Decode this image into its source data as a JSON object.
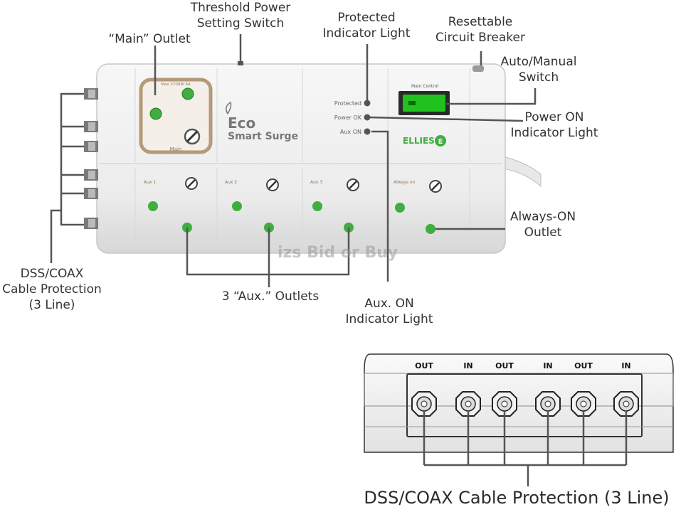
{
  "labels": {
    "threshold_switch": [
      "Threshold Power",
      "Setting Switch"
    ],
    "main_outlet": [
      "“Main” Outlet"
    ],
    "protected_light": [
      "Protected",
      "Indicator Light"
    ],
    "circuit_breaker": [
      "Resettable",
      "Circuit Breaker"
    ],
    "auto_manual": [
      "Auto/Manual",
      "Switch"
    ],
    "power_on": [
      "Power ON",
      "Indicator Light"
    ],
    "always_on": [
      "Always-ON",
      "Outlet"
    ],
    "dss_coax": [
      "DSS/COAX",
      "Cable Protection",
      "(3 Line)"
    ],
    "aux_outlets": [
      "3 “Aux.” Outlets"
    ],
    "aux_on": [
      "Aux. ON",
      "Indicator Light"
    ],
    "bottom_caption": "DSS/COAX Cable Protection (3 Line)"
  },
  "device": {
    "brand_line1": "Eco",
    "brand_line2": "Smart Surge",
    "main_socket_top": "Max 3700W 6A",
    "main_socket_bottom": "Main",
    "switch_panel_label": "Main Control",
    "logo": "ELLIES",
    "indicator_protected": "Protected",
    "indicator_power_ok": "Power OK",
    "indicator_aux_on": "Aux ON",
    "aux_socket_labels": [
      "Aux 1",
      "Aux 2",
      "Aux 3",
      "Always on"
    ]
  },
  "coax_panel": {
    "port_labels": [
      "OUT",
      "IN",
      "OUT",
      "IN",
      "OUT",
      "IN"
    ]
  },
  "watermark": "izs Bid or Buy",
  "colors": {
    "socket_green": "#3fae3f",
    "switch_green": "#1fc21f",
    "main_frame": "#b59a78",
    "label_text": "#333333",
    "leader_line": "#555555"
  }
}
